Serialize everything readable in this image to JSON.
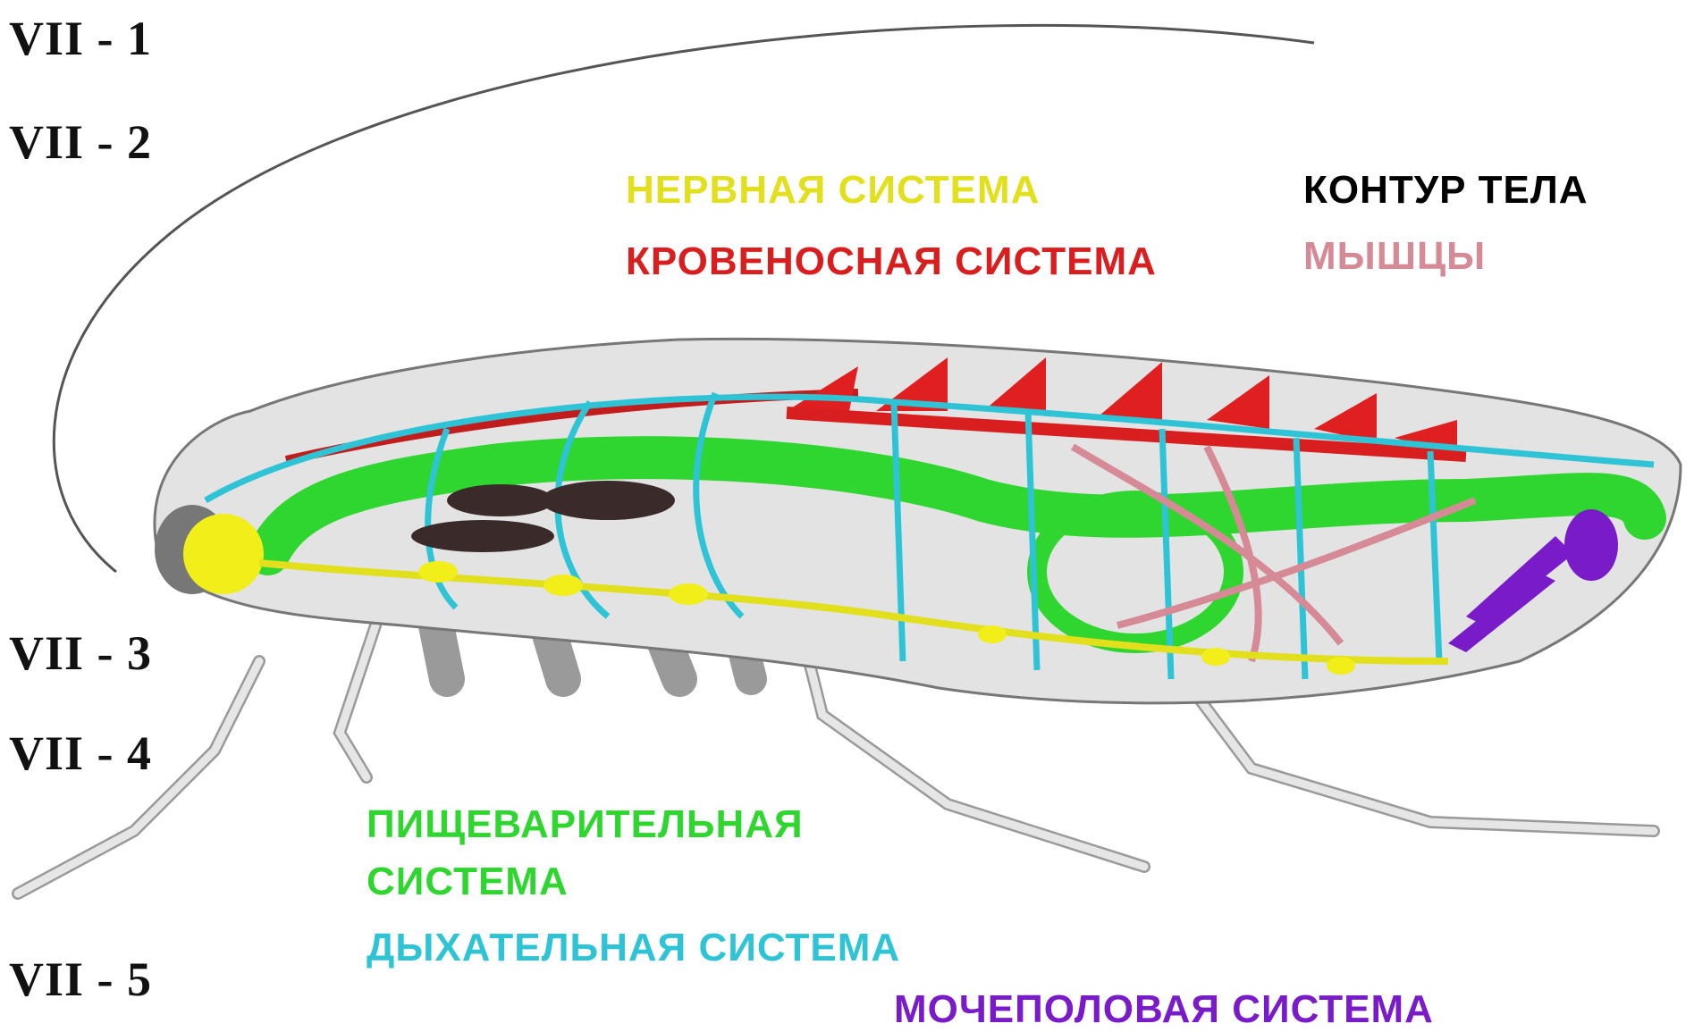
{
  "side_labels": [
    "VII - 1",
    "VII - 2",
    "VII - 3",
    "VII - 4",
    "VII - 5"
  ],
  "legend": {
    "nervous": "НЕРВНАЯ СИСТЕМА",
    "circulatory": "КРОВЕНОСНАЯ СИСТЕМА",
    "body_outline": "КОНТУР ТЕЛА",
    "muscles": "МЫШЦЫ",
    "digestive_line1": "ПИЩЕВАРИТЕЛЬНАЯ",
    "digestive_line2": "СИСТЕМА",
    "respiratory": "ДЫХАТЕЛЬНАЯ СИСТЕМА",
    "urogenital": "МОЧЕПОЛОВАЯ СИСТЕМА"
  },
  "colors": {
    "nervous": "#e2df1c",
    "circulatory": "#d81e1e",
    "body_outline": "#000000",
    "muscles": "#d58a96",
    "digestive": "#2fd62f",
    "respiratory": "#2ec4d6",
    "urogenital": "#7a1bc9",
    "body_fill": "#e3e3e3"
  }
}
